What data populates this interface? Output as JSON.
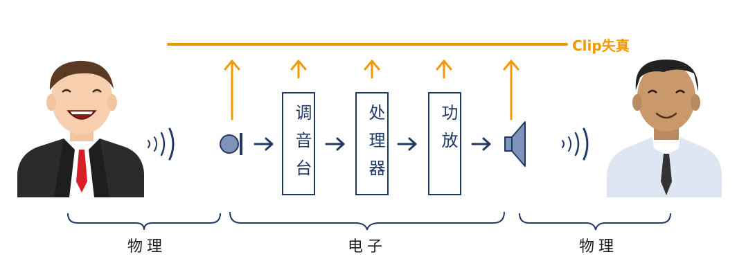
{
  "clip_label": "Clip失真",
  "stages": [
    {
      "id": "mixer",
      "label": "调音台"
    },
    {
      "id": "processor",
      "label": "处理器"
    },
    {
      "id": "amplifier",
      "label": "功放"
    }
  ],
  "groups": {
    "left": "物理",
    "middle": "电子",
    "right": "物理"
  },
  "colors": {
    "clip": "#f39800",
    "chain": "#1f3864",
    "box_border": "#1f3864",
    "mic_fill": "#7f93b8"
  }
}
